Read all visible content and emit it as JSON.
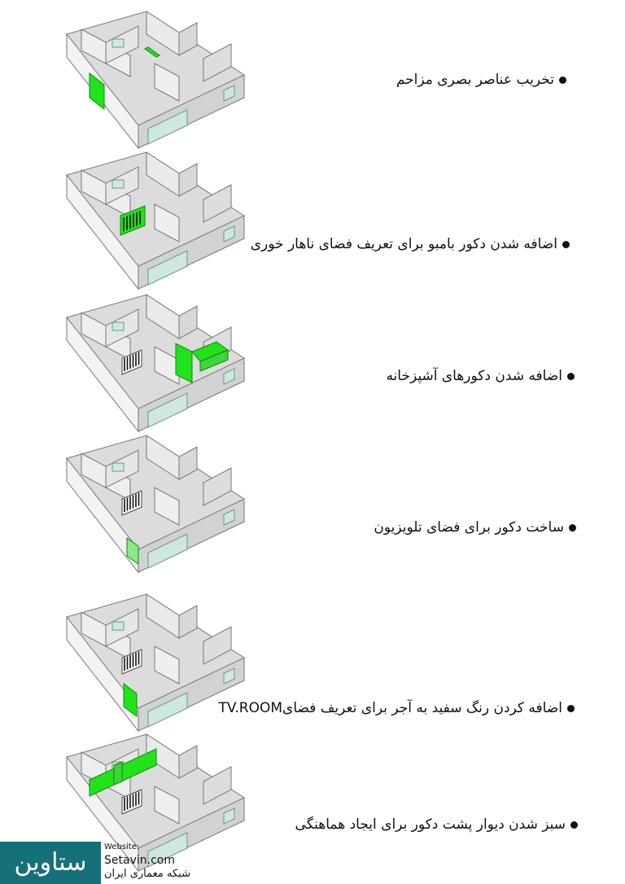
{
  "steps": [
    {
      "caption": "تخریب عناصر بصری مزاحم",
      "highlight": "door-panel"
    },
    {
      "caption": "اضافه شدن دکور بامبو برای تعریف فضای ناهار خوری",
      "highlight": "dining-bamboo"
    },
    {
      "caption": "اضافه شدن دکورهای آشپزخانه",
      "highlight": "kitchen"
    },
    {
      "caption": "ساخت دکور برای فضای تلویزیون",
      "highlight": "tv-panel"
    },
    {
      "caption": "اضافه کردن رنگ سفید به آجر برای تعریف فضایTV.ROOM",
      "highlight": "brick-wall"
    },
    {
      "caption": "سبز شدن دیوار پشت دکور برای ایجاد هماهنگی",
      "highlight": "back-wall"
    }
  ],
  "footer": {
    "logo_text": "ستاوین",
    "website_label": "Website:",
    "website_url": "Setavin.com",
    "tagline": "شبکه معماری ایران"
  },
  "colors": {
    "highlight": "#22e21c",
    "logo_bg": "#16707a",
    "wall": "#e9e9e9"
  }
}
